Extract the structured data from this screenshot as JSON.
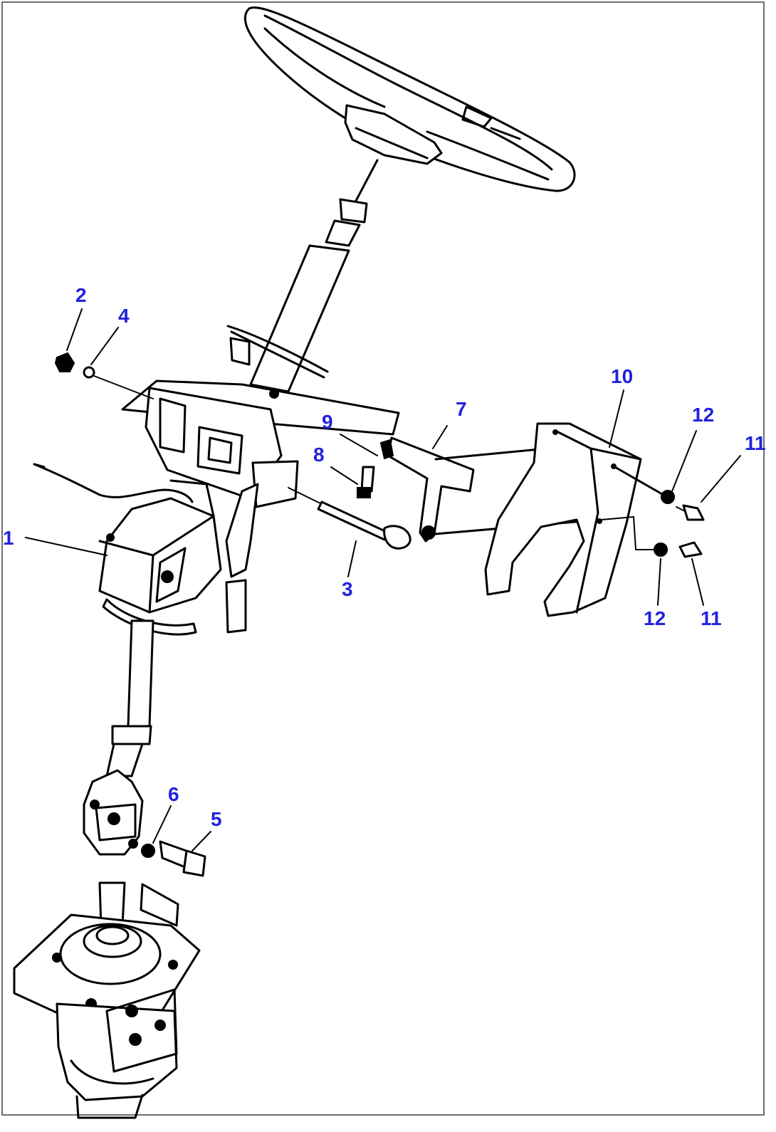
{
  "colors": {
    "callout": "#2222dd",
    "line": "#000000",
    "frame": "#6e6e6e",
    "background": "#ffffff"
  },
  "callouts": {
    "c1": "1",
    "c2": "2",
    "c3": "3",
    "c4": "4",
    "c5": "5",
    "c6": "6",
    "c7": "7",
    "c8": "8",
    "c9": "9",
    "c10": "10",
    "c11a": "11",
    "c11b": "11",
    "c12a": "12",
    "c12b": "12"
  }
}
